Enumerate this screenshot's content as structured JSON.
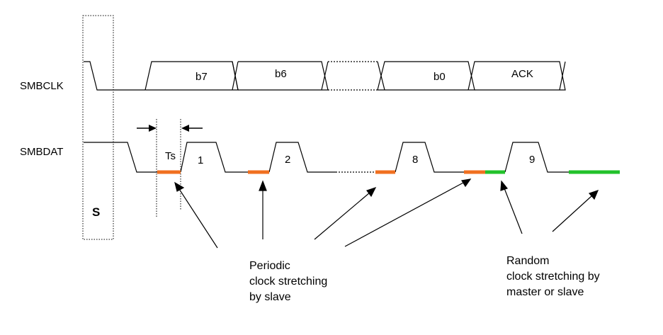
{
  "signals": {
    "clk_label": "SMBCLK",
    "dat_label": "SMBDAT"
  },
  "start_label": "S",
  "setup_label": "Ts",
  "clk_bits": [
    "b7",
    "b6",
    "b0",
    "ACK"
  ],
  "pulse_labels": [
    "1",
    "2",
    "8",
    "9"
  ],
  "annotations": {
    "periodic": [
      "Periodic",
      "clock stretching",
      "by slave"
    ],
    "random": [
      "Random",
      "clock stretching by",
      "master or slave"
    ]
  },
  "colors": {
    "periodic_stretch": "#f07020",
    "random_stretch": "#22c22a",
    "line": "#000000"
  }
}
